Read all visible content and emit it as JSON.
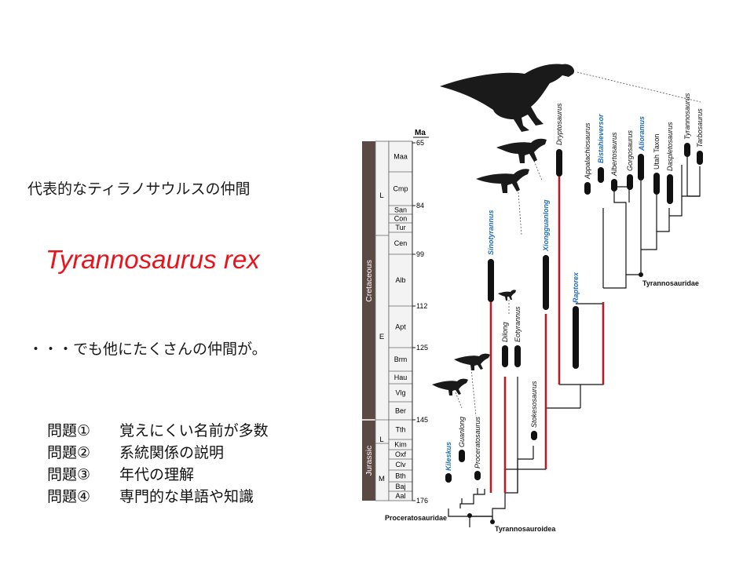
{
  "slide": {
    "heading": "代表的なティラノサウルスの仲間",
    "species": "Tyrannosaurus rex",
    "note": "・・・でも他にたくさんの仲間が。",
    "problems": [
      {
        "num": "問題①",
        "text": "覚えにくい名前が多数"
      },
      {
        "num": "問題②",
        "text": "系統関係の説明"
      },
      {
        "num": "問題③",
        "text": "年代の理解"
      },
      {
        "num": "問題④",
        "text": "専門的な単語や知識"
      }
    ]
  },
  "timescale": {
    "unit": "Ma",
    "periods": [
      "Cretaceous",
      "Jurassic"
    ],
    "epochs": [
      "L",
      "E",
      "L",
      "M"
    ],
    "stages": [
      "Maa",
      "Cmp",
      "San",
      "Con",
      "Tur",
      "Cen",
      "Alb",
      "Apt",
      "Brm",
      "Hau",
      "Vlg",
      "Ber",
      "Tth",
      "Kim",
      "Oxf",
      "Clv",
      "Bth",
      "Baj",
      "Aal"
    ],
    "ticks": [
      "65",
      "84",
      "99",
      "112",
      "125",
      "145",
      "176"
    ]
  },
  "taxa": [
    {
      "name": "Kileskus",
      "highlight": true
    },
    {
      "name": "Guanlong",
      "highlight": false
    },
    {
      "name": "Proceratosaurus",
      "highlight": false
    },
    {
      "name": "Sinotyrannus",
      "highlight": true
    },
    {
      "name": "Dilong",
      "highlight": false
    },
    {
      "name": "Eotyrannus",
      "highlight": false
    },
    {
      "name": "Stokesosaurus",
      "highlight": false
    },
    {
      "name": "Xiongguanlong",
      "highlight": true
    },
    {
      "name": "Dryptosaurus",
      "highlight": false
    },
    {
      "name": "Raptorex",
      "highlight": true
    },
    {
      "name": "Appalachiosaurus",
      "highlight": false
    },
    {
      "name": "Bistahieversor",
      "highlight": true
    },
    {
      "name": "Albertosaurus",
      "highlight": false
    },
    {
      "name": "Gorgosaurus",
      "highlight": false
    },
    {
      "name": "Alioramus",
      "highlight": true
    },
    {
      "name": "Utah Taxon",
      "highlight": false
    },
    {
      "name": "Daspletosaurus",
      "highlight": false
    },
    {
      "name": "Tyrannosaurus",
      "highlight": false
    },
    {
      "name": "Tarbosaurus",
      "highlight": false
    }
  ],
  "clades": {
    "proceratosauridae": "Proceratosauridae",
    "tyrannosauroidea": "Tyrannosauroidea",
    "tyrannosauridae": "Tyrannosauridae"
  },
  "colors": {
    "period_fill": "#5b4a44",
    "red_branch": "#b01e2a",
    "highlight_label": "#1f6fc4",
    "species": "#e8141b"
  }
}
